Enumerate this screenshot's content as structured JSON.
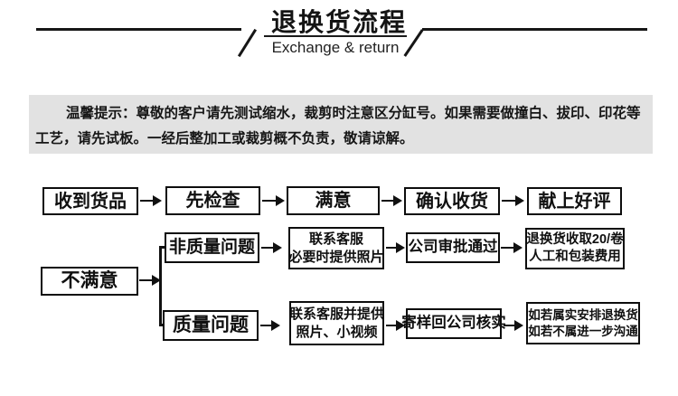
{
  "header": {
    "title": "退换货流程",
    "subtitle": "Exchange & return"
  },
  "notice": {
    "line1": "温馨提示：尊敬的客户请先测试缩水，裁剪时注意区分缸号。如果需要做撞白、拔印、印花等",
    "line2": "工艺，请先试板。一经后整加工或裁剪概不负责，敬请谅解。"
  },
  "flow": {
    "row1": [
      "收到货品",
      "先检查",
      "满意",
      "确认收货",
      "献上好评"
    ],
    "branch": "不满意",
    "row2": [
      [
        "非质量问题"
      ],
      [
        "联系客服",
        "必要时提供照片"
      ],
      [
        "公司审批通过"
      ],
      [
        "退换货收取20/卷",
        "人工和包装费用"
      ]
    ],
    "row3": [
      [
        "质量问题"
      ],
      [
        "联系客服并提供",
        "照片、小视频"
      ],
      [
        "寄样回公司核实"
      ],
      [
        "如若属实安排退换货",
        "如若不属进一步沟通"
      ]
    ]
  },
  "colors": {
    "ink": "#111111",
    "notice_bg": "#e2e2e2"
  }
}
